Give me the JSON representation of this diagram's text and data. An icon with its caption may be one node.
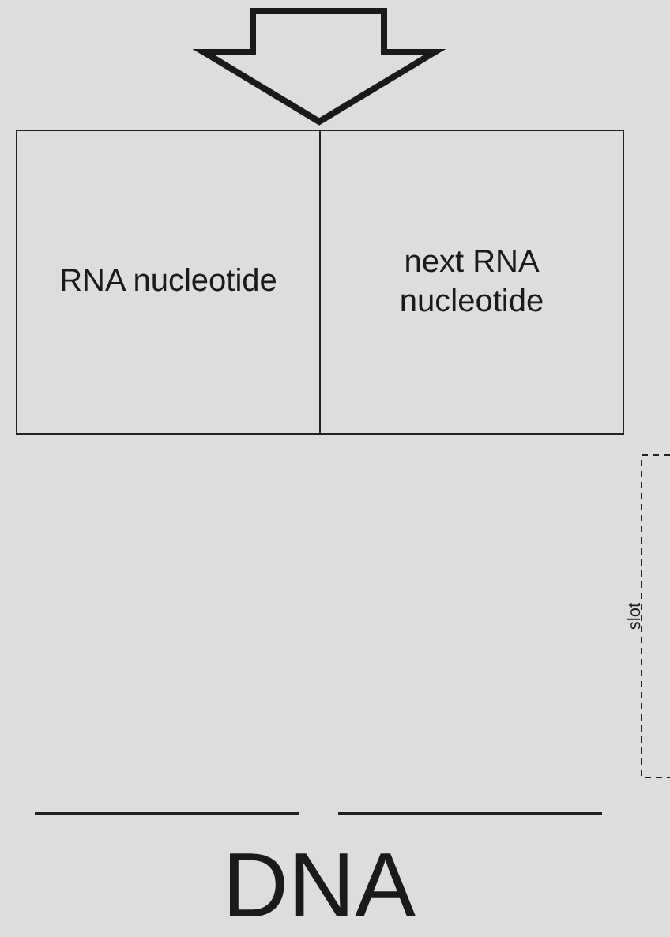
{
  "diagram": {
    "nodes": [
      {
        "text": [
          "RNA nucleotide"
        ]
      },
      {
        "text": [
          "next RNA nucleotide"
        ]
      }
    ],
    "edges": [],
    "labels": [
      "slot",
      "DNA"
    ]
  }
}
